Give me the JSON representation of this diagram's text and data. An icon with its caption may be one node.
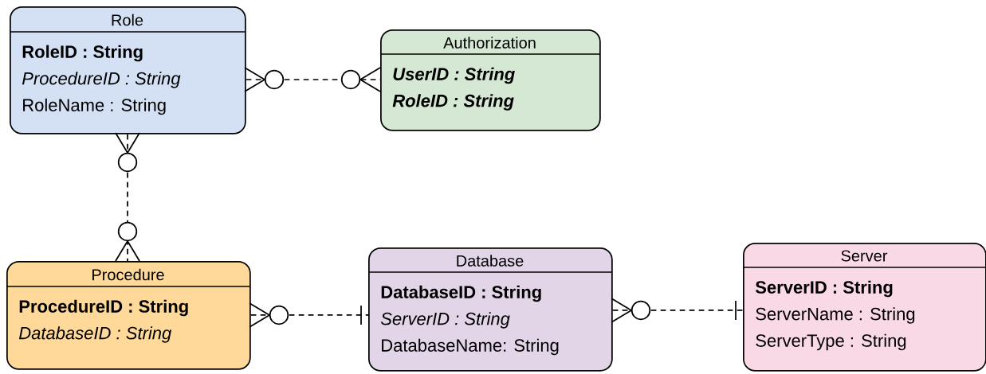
{
  "diagram": {
    "nodes": [
      {
        "text": [
          "Role",
          "**RoleID : String**",
          "*ProcedureID : String*",
          "RoleName : String"
        ]
      },
      {
        "text": [
          "Authorization",
          "*UserID : String*",
          "*RoleID : String*"
        ]
      },
      {
        "text": [
          "Procedure",
          "**ProcedureID : String**",
          "*DatabaseID : String*"
        ]
      },
      {
        "text": [
          "Database",
          "**DatabaseID : String**",
          "*ServerID : String*",
          "DatabaseName: String"
        ]
      },
      {
        "text": [
          "Server",
          "**ServerID : String**",
          "ServerName : String",
          "ServerType : String"
        ]
      }
    ],
    "edges": [
      {
        "from": 0,
        "to": 1,
        "arrow": "other",
        "style": "dashed"
      },
      {
        "from": 0,
        "to": 2,
        "arrow": "other",
        "style": "dashed"
      },
      {
        "from": 2,
        "to": 3,
        "arrow": "other",
        "style": "dashed"
      },
      {
        "from": 3,
        "to": 4,
        "arrow": "other",
        "style": "dashed"
      }
    ]
  }
}
